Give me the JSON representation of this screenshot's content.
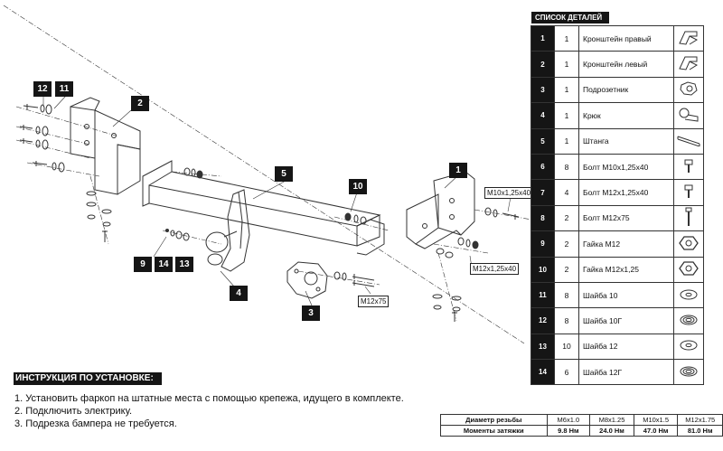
{
  "parts_list": {
    "title": "СПИСОК ДЕТАЛЕЙ",
    "rows": [
      {
        "num": "1",
        "qty": "1",
        "name": "Кронштейн правый",
        "icon": "bracket-icon"
      },
      {
        "num": "2",
        "qty": "1",
        "name": "Кронштейн левый",
        "icon": "bracket-icon"
      },
      {
        "num": "3",
        "qty": "1",
        "name": "Подрозетник",
        "icon": "socket-plate-icon"
      },
      {
        "num": "4",
        "qty": "1",
        "name": "Крюк",
        "icon": "hook-icon"
      },
      {
        "num": "5",
        "qty": "1",
        "name": "Штанга",
        "icon": "crossbar-icon"
      },
      {
        "num": "6",
        "qty": "8",
        "name": "Болт М10х1,25х40",
        "icon": "bolt-icon"
      },
      {
        "num": "7",
        "qty": "4",
        "name": "Болт М12х1,25х40",
        "icon": "bolt-icon"
      },
      {
        "num": "8",
        "qty": "2",
        "name": "Болт М12х75",
        "icon": "long-bolt-icon"
      },
      {
        "num": "9",
        "qty": "2",
        "name": "Гайка М12",
        "icon": "nut-icon"
      },
      {
        "num": "10",
        "qty": "2",
        "name": "Гайка М12х1,25",
        "icon": "nut-icon"
      },
      {
        "num": "11",
        "qty": "8",
        "name": "Шайба 10",
        "icon": "washer-icon"
      },
      {
        "num": "12",
        "qty": "8",
        "name": "Шайба 10Г",
        "icon": "spring-washer-icon"
      },
      {
        "num": "13",
        "qty": "10",
        "name": "Шайба 12",
        "icon": "washer-icon"
      },
      {
        "num": "14",
        "qty": "6",
        "name": "Шайба 12Г",
        "icon": "spring-washer-icon"
      }
    ]
  },
  "instructions": {
    "title": "ИНСТРУКЦИЯ ПО УСТАНОВКЕ:",
    "steps": [
      "1. Установить фаркоп на штатные места с помощью крепежа, идущего в комплекте.",
      "2. Подключить электрику.",
      "3. Подрезка бампера не требуется."
    ]
  },
  "torque_table": {
    "row1_label": "Диаметр резьбы",
    "row2_label": "Моменты затяжки",
    "threads": [
      "М6х1.0",
      "М8х1.25",
      "М10х1.5",
      "М12х1.75"
    ],
    "torques": [
      "9.8 Нм",
      "24.0 Нм",
      "47.0 Нм",
      "81.0 Нм"
    ]
  },
  "diagram": {
    "callouts": [
      "12",
      "11",
      "2",
      "5",
      "10",
      "1",
      "9",
      "14",
      "13",
      "4",
      "3"
    ],
    "bolt_labels": [
      "М10х1,25х40",
      "М12х1,25х40",
      "М12х75"
    ]
  },
  "colors": {
    "ink": "#151515",
    "line": "#333333"
  }
}
